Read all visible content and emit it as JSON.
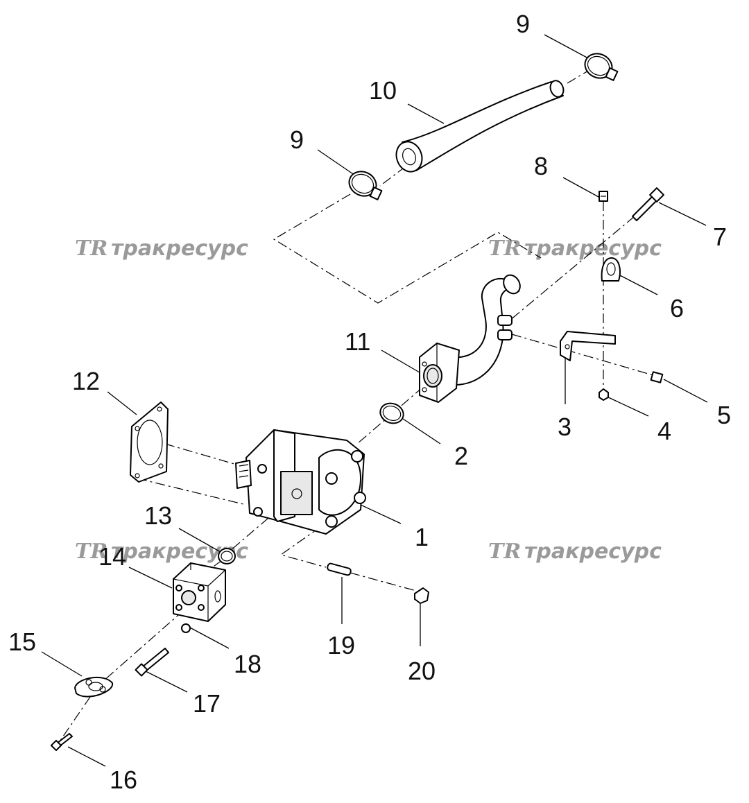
{
  "watermark": {
    "logo": "TR",
    "text": "тракресурс"
  },
  "callouts": {
    "c1": "1",
    "c2": "2",
    "c3": "3",
    "c4": "4",
    "c5": "5",
    "c6": "6",
    "c7": "7",
    "c8": "8",
    "c9a": "9",
    "c9b": "9",
    "c10": "10",
    "c11": "11",
    "c12": "12",
    "c13": "13",
    "c14": "14",
    "c15": "15",
    "c16": "16",
    "c17": "17",
    "c18": "18",
    "c19": "19",
    "c20": "20"
  }
}
